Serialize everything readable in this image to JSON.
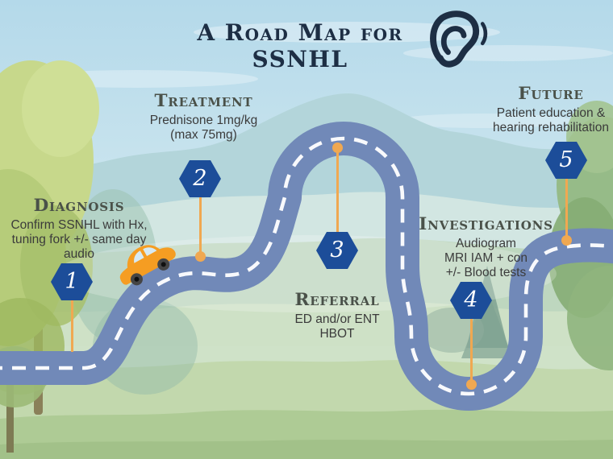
{
  "title": {
    "text": "A Road Map for SSNHL"
  },
  "stages": [
    {
      "number": "1",
      "title": "Diagnosis",
      "lines": [
        "Confirm SSNHL with Hx,",
        "tuning fork +/- same day",
        "audio"
      ]
    },
    {
      "number": "2",
      "title": "Treatment",
      "lines": [
        "Prednisone 1mg/kg",
        "(max 75mg)"
      ]
    },
    {
      "number": "3",
      "title": "Referral",
      "lines": [
        "ED and/or ENT",
        "HBOT"
      ]
    },
    {
      "number": "4",
      "title": "Investigations",
      "lines": [
        "Audiogram",
        "MRI IAM + con",
        "+/- Blood tests"
      ]
    },
    {
      "number": "5",
      "title": "Future",
      "lines": [
        "Patient education &",
        "hearing rehabilitation"
      ]
    }
  ],
  "colors": {
    "road": "#7189b8",
    "road_dash": "#ffffff",
    "marker_blue": "#1c4d99",
    "marker_number": "#ffffff",
    "connector_orange": "#f0a851",
    "title_navy": "#1d2e44",
    "heading_gray": "#4a5149",
    "body_text": "#3b3b3b",
    "car_orange": "#f59d22",
    "sky_blue": "#b4d9ea"
  }
}
